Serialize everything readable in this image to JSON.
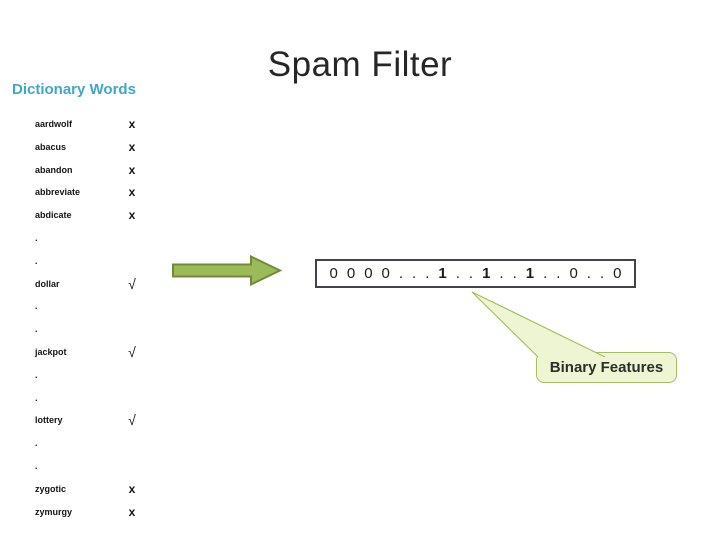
{
  "slide": {
    "title": "Spam Filter",
    "background_color": "#ffffff",
    "title_color": "#262626"
  },
  "dictionary": {
    "heading": "Dictionary Words",
    "heading_color": "#3fa7c8",
    "x_glyph": "x",
    "check_glyph": "√",
    "rows": [
      {
        "word": "aardwolf",
        "mark": "x"
      },
      {
        "word": "abacus",
        "mark": "x"
      },
      {
        "word": "abandon",
        "mark": "x"
      },
      {
        "word": "abbreviate",
        "mark": "x"
      },
      {
        "word": "abdicate",
        "mark": "x"
      },
      {
        "word": ".",
        "mark": ""
      },
      {
        "word": ".",
        "mark": ""
      },
      {
        "word": "dollar",
        "mark": "check"
      },
      {
        "word": ".",
        "mark": ""
      },
      {
        "word": ".",
        "mark": ""
      },
      {
        "word": "jackpot",
        "mark": "check"
      },
      {
        "word": ".",
        "mark": ""
      },
      {
        "word": ".",
        "mark": ""
      },
      {
        "word": "lottery",
        "mark": "check"
      },
      {
        "word": ".",
        "mark": ""
      },
      {
        "word": ".",
        "mark": ""
      },
      {
        "word": "zygotic",
        "mark": "x"
      },
      {
        "word": "zymurgy",
        "mark": "x"
      }
    ]
  },
  "arrow": {
    "fill_color": "#9bbb59",
    "stroke_color": "#71893f",
    "direction": "right"
  },
  "feature_vector": {
    "tokens": [
      "0",
      "0",
      "0",
      "0",
      ".",
      ".",
      ".",
      "1",
      ".",
      ".",
      "1",
      ".",
      ".",
      "1",
      ".",
      ".",
      "0",
      ".",
      ".",
      "0"
    ],
    "bold_token": "1",
    "border_color": "#42424e"
  },
  "callout": {
    "label": "Binary Features",
    "fill_color": "#edf5d3",
    "stroke_color": "#a5bf60"
  }
}
